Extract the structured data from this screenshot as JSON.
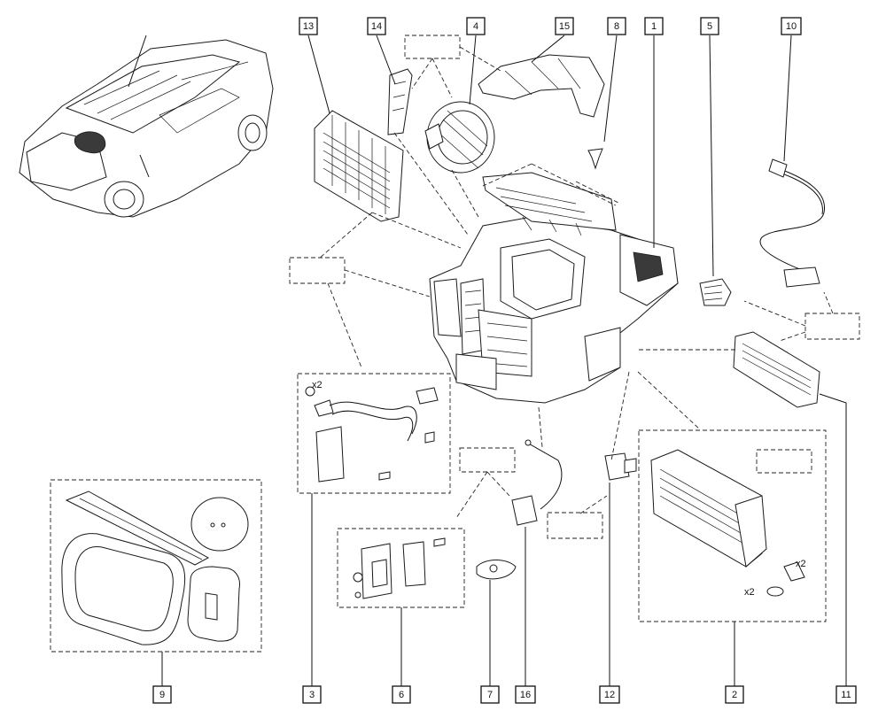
{
  "callouts": [
    {
      "id": "callout-13",
      "label": "13"
    },
    {
      "id": "callout-14",
      "label": "14"
    },
    {
      "id": "callout-4",
      "label": "4"
    },
    {
      "id": "callout-15",
      "label": "15"
    },
    {
      "id": "callout-8",
      "label": "8"
    },
    {
      "id": "callout-1",
      "label": "1"
    },
    {
      "id": "callout-5",
      "label": "5"
    },
    {
      "id": "callout-10",
      "label": "10"
    },
    {
      "id": "callout-9",
      "label": "9"
    },
    {
      "id": "callout-3",
      "label": "3"
    },
    {
      "id": "callout-6",
      "label": "6"
    },
    {
      "id": "callout-7",
      "label": "7"
    },
    {
      "id": "callout-16",
      "label": "16"
    },
    {
      "id": "callout-12",
      "label": "12"
    },
    {
      "id": "callout-2",
      "label": "2"
    },
    {
      "id": "callout-11",
      "label": "11"
    }
  ],
  "annotations": {
    "pipe_qty": "x2",
    "screw_qty": "x2",
    "seal_qty": "x2"
  }
}
